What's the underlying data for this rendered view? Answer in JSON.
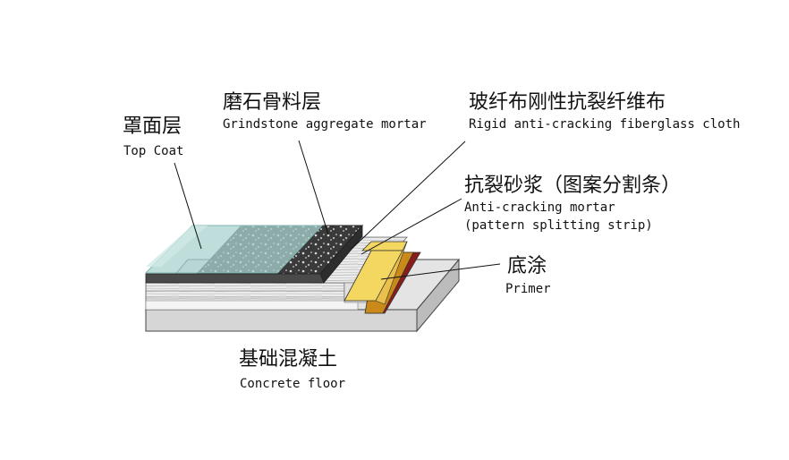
{
  "labels": {
    "top_coat": {
      "zh": "罩面层",
      "en": "Top Coat"
    },
    "grindstone": {
      "zh": "磨石骨料层",
      "en": "Grindstone aggregate mortar"
    },
    "fiberglass": {
      "zh": "玻纤布刚性抗裂纤维布",
      "en": "Rigid anti-cracking fiberglass cloth"
    },
    "anti_crack": {
      "zh": "抗裂砂浆（图案分割条）",
      "en1": "Anti-cracking mortar",
      "en2": "(pattern splitting strip)"
    },
    "primer": {
      "zh": "底涂",
      "en": "Primer"
    },
    "concrete": {
      "zh": "基础混凝土",
      "en": "Concrete floor"
    }
  },
  "colors": {
    "top_coat": "#a9d3cf",
    "grindstone": "#3b3b3b",
    "fiberglass": "#e6e6e6",
    "strip_yellow": "#f3d760",
    "strip_orange": "#c88a1a",
    "strip_red": "#8b1c1c",
    "concrete": "#d8d8d8"
  }
}
